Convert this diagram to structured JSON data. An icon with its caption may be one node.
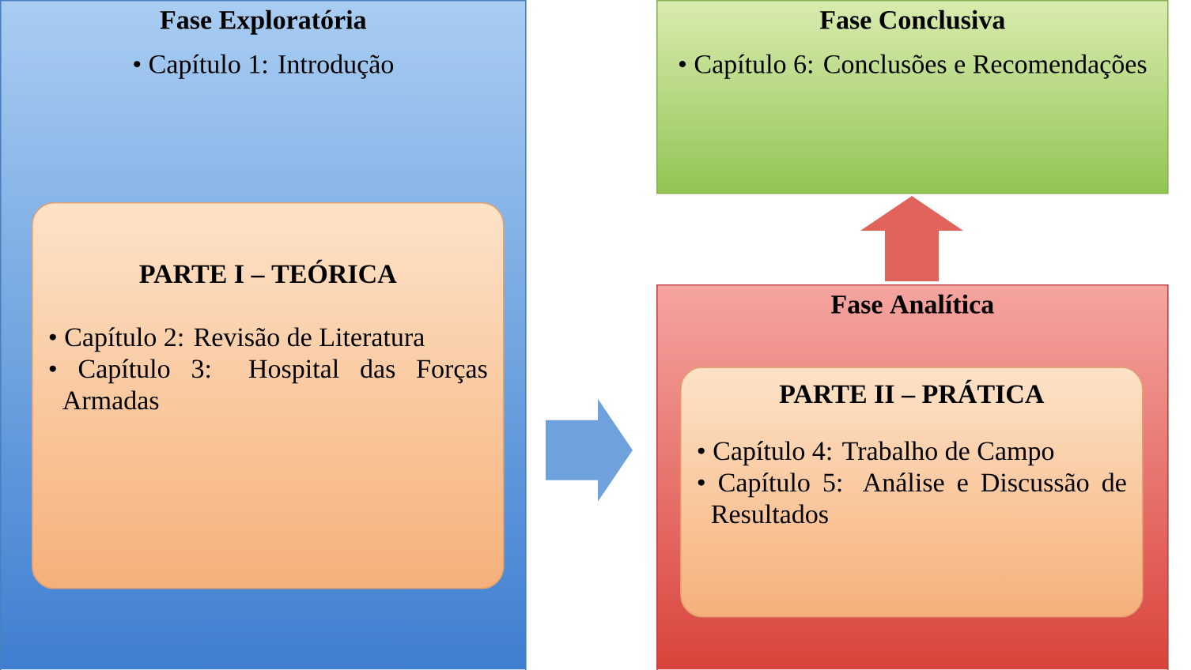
{
  "diagram": {
    "nodes": [
      {
        "text": [
          "Fase Exploratória",
          "• Capítulo 1: Introdução"
        ]
      },
      {
        "text": [
          "PARTE I – TEÓRICA",
          "• Capítulo 2: Revisão de Literatura",
          "• Capítulo 3: Hospital das Forças Armadas"
        ],
        "in": 0
      },
      {
        "text": [
          "Fase Conclusiva",
          "• Capítulo 6: Conclusões e Recomendações"
        ]
      },
      {
        "text": [
          "Fase Analítica"
        ]
      },
      {
        "text": [
          "PARTE II – PRÁTICA",
          "• Capítulo 4: Trabalho de Campo",
          "• Capítulo 5: Análise e Discussão de Resultados"
        ],
        "in": 3
      }
    ],
    "edges": [
      {
        "from": 0,
        "to": 3,
        "arrow": "to",
        "color": "#6fa2dc"
      },
      {
        "from": 3,
        "to": 2,
        "arrow": "to",
        "color": "#e0645c"
      }
    ]
  }
}
